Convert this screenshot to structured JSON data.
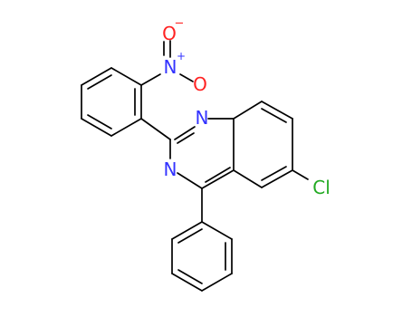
{
  "molecule": {
    "atom_labels": {
      "n1": "N",
      "n3": "N",
      "nitro_n": "N",
      "nitro_o1": "O",
      "nitro_o2": "O",
      "cl": "Cl"
    },
    "charges": {
      "nitro_n": "+",
      "nitro_o1": "−"
    },
    "colors": {
      "bond": "#000000",
      "nitrogen": "#3333ff",
      "oxygen": "#ff2222",
      "chlorine": "#22aa22"
    }
  }
}
